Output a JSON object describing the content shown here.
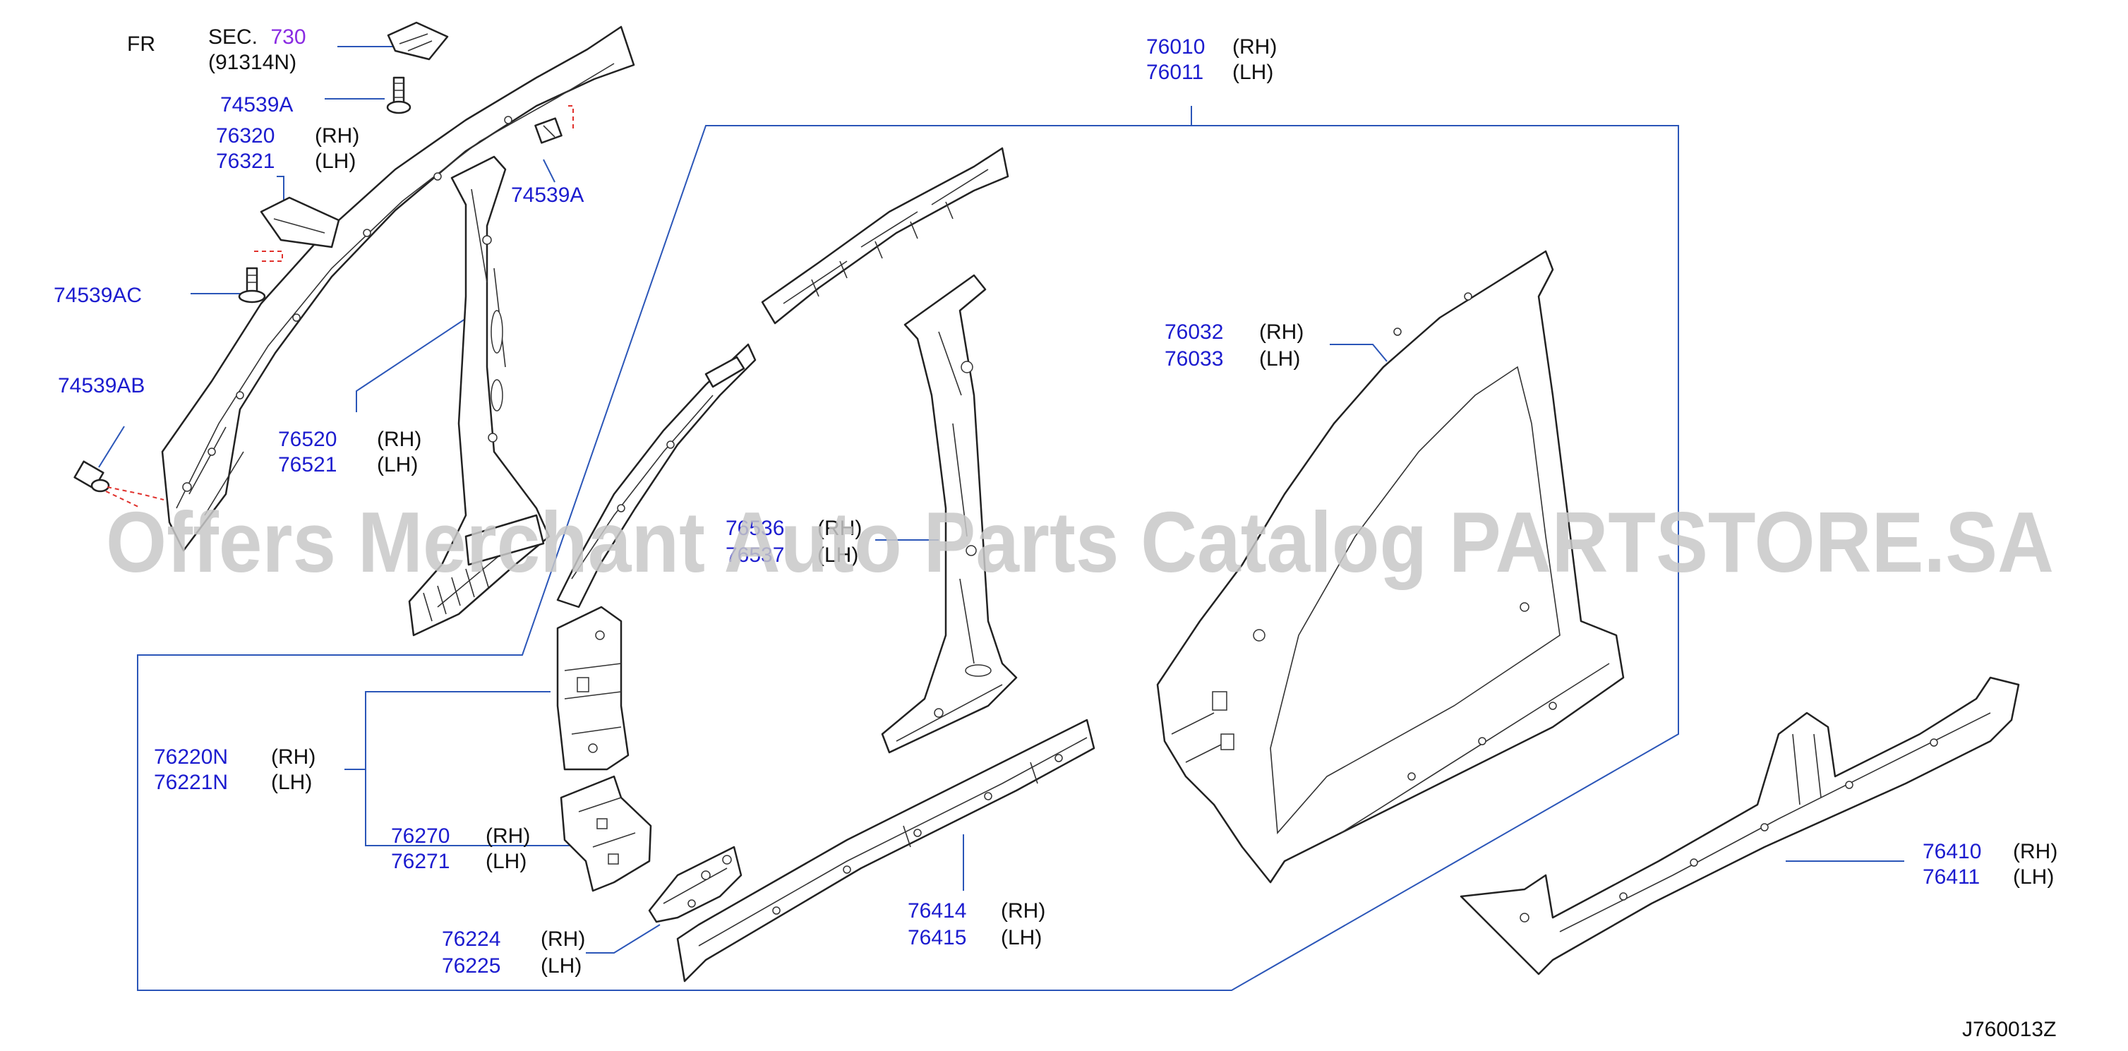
{
  "diagram": {
    "orientation_label": "FR",
    "section": {
      "prefix": "SEC.",
      "number": "730",
      "sub": "(91314N)"
    },
    "callouts": {
      "c74539A_top": {
        "part": "74539A"
      },
      "c76320": {
        "rh": "76320",
        "lh": "76321",
        "rh_tag": "(RH)",
        "lh_tag": "(LH)"
      },
      "c74539A_mid": {
        "part": "74539A"
      },
      "c74539AC": {
        "part": "74539AC"
      },
      "c74539AB": {
        "part": "74539AB"
      },
      "c76520": {
        "rh": "76520",
        "lh": "76521",
        "rh_tag": "(RH)",
        "lh_tag": "(LH)"
      },
      "c76010": {
        "rh": "76010",
        "lh": "76011",
        "rh_tag": "(RH)",
        "lh_tag": "(LH)"
      },
      "c76032": {
        "rh": "76032",
        "lh": "76033",
        "rh_tag": "(RH)",
        "lh_tag": "(LH)"
      },
      "c76536": {
        "rh": "76536",
        "lh": "76537",
        "rh_tag": "(RH)",
        "lh_tag": "(LH)"
      },
      "c76220": {
        "rh": "76220N",
        "lh": "76221N",
        "rh_tag": "(RH)",
        "lh_tag": "(LH)"
      },
      "c76270": {
        "rh": "76270",
        "lh": "76271",
        "rh_tag": "(RH)",
        "lh_tag": "(LH)"
      },
      "c76224": {
        "rh": "76224",
        "lh": "76225",
        "rh_tag": "(RH)",
        "lh_tag": "(LH)"
      },
      "c76414": {
        "rh": "76414",
        "lh": "76415",
        "rh_tag": "(RH)",
        "lh_tag": "(LH)"
      },
      "c76410": {
        "rh": "76410",
        "lh": "76411",
        "rh_tag": "(RH)",
        "lh_tag": "(LH)"
      }
    },
    "watermark": "Offers Merchant Auto Parts Catalog PARTSTORE.SA",
    "figure_code": "J760013Z"
  },
  "colors": {
    "part_number": "#1c1ccf",
    "section_number": "#8a2be2",
    "leader_line": "#2b56b8",
    "assembly_dash": "#e0312c",
    "outline": "#222222",
    "watermark": "#c8c8c8"
  }
}
